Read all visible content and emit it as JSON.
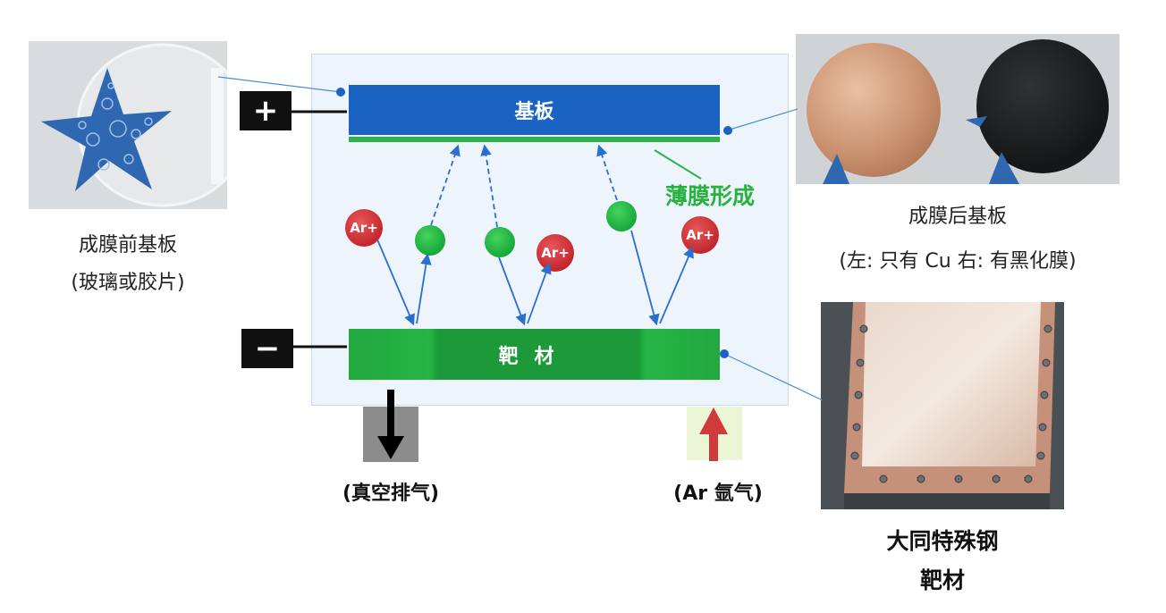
{
  "diagram": {
    "substrate_label": "基板",
    "target_label": "靶材",
    "plus_sign": "+",
    "minus_sign": "−",
    "film_label": "薄膜形成",
    "ion_label": "Ar+",
    "exhaust_label": "(真空排气)",
    "gas_label": "(Ar  氩气)",
    "colors": {
      "substrate": "#1a63c2",
      "target": "#22a83f",
      "film": "#2db34a",
      "ion": "#c4272b",
      "atom": "#17a93a",
      "arrow": "#2a6fd0"
    }
  },
  "photos": {
    "before": {
      "caption_1": "成膜前基板",
      "caption_2": "(玻璃或胶片)"
    },
    "after": {
      "caption_1": "成膜后基板",
      "caption_2": "(左: 只有 Cu 右: 有黑化膜)"
    },
    "target": {
      "caption_1": "大同特殊钢",
      "caption_2": "靶材"
    }
  }
}
